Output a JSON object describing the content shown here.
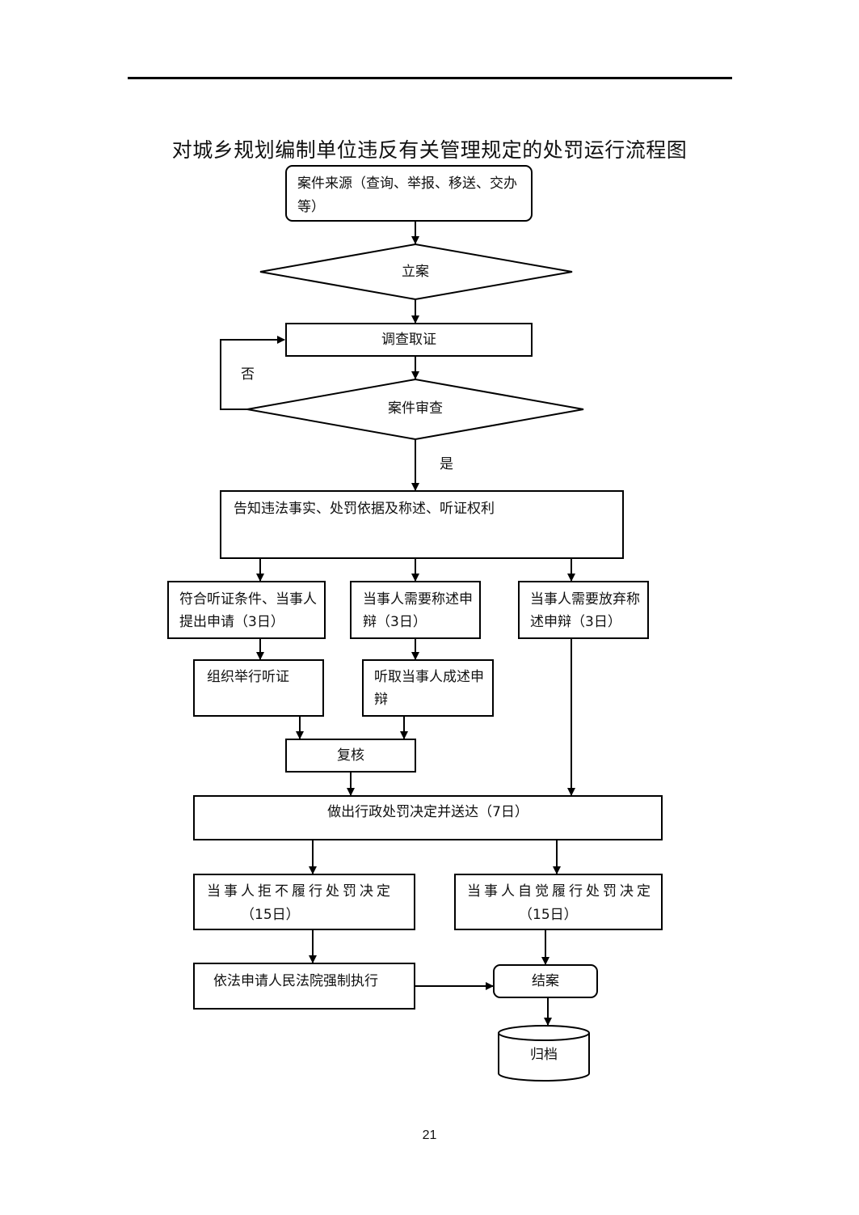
{
  "title": "对城乡规划编制单位违反有关管理规定的处罚运行流程图",
  "nodes": {
    "source": "案件来源（查询、举报、移送、交办等）",
    "register": "立案",
    "investigate": "调查取证",
    "review": "案件审查",
    "notify": "告知违法事实、处罚依据及称述、听证权利",
    "hearing_request": "符合听证条件、当事人提出申请（3日）",
    "statement_request": "当事人需要称述申辩（3日）",
    "waive": "当事人需要放弃称述申辩（3日）",
    "hold_hearing": "组织举行听证",
    "hear_statement": "听取当事人成述申辩",
    "recheck": "复核",
    "decision": "做出行政处罚决定并送达（7日）",
    "refuse_line1": "当事人拒不履行处罚决定",
    "refuse_line2": "（15日）",
    "comply_line1": "当事人自觉履行处罚决定",
    "comply_line2": "（15日）",
    "enforce": "依法申请人民法院强制执行",
    "close": "结案",
    "archive": "归档"
  },
  "edges": {
    "no_label": "否",
    "yes_label": "是"
  },
  "page_number": "21"
}
